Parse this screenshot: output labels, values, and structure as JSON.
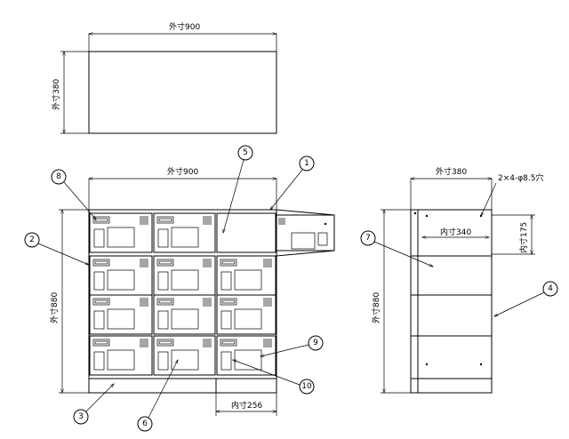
{
  "dimensions": {
    "top_width": "外寸900",
    "top_depth": "外寸380",
    "front_width": "外寸900",
    "front_height": "外寸880",
    "inner_width": "内寸256",
    "side_depth": "外寸380",
    "side_height": "外寸880",
    "side_inner_width": "内寸340",
    "side_inner_height": "内寸175",
    "holes": "2×4-φ8.5穴"
  },
  "callouts": [
    "1",
    "2",
    "3",
    "4",
    "5",
    "6",
    "7",
    "8",
    "9",
    "10"
  ]
}
